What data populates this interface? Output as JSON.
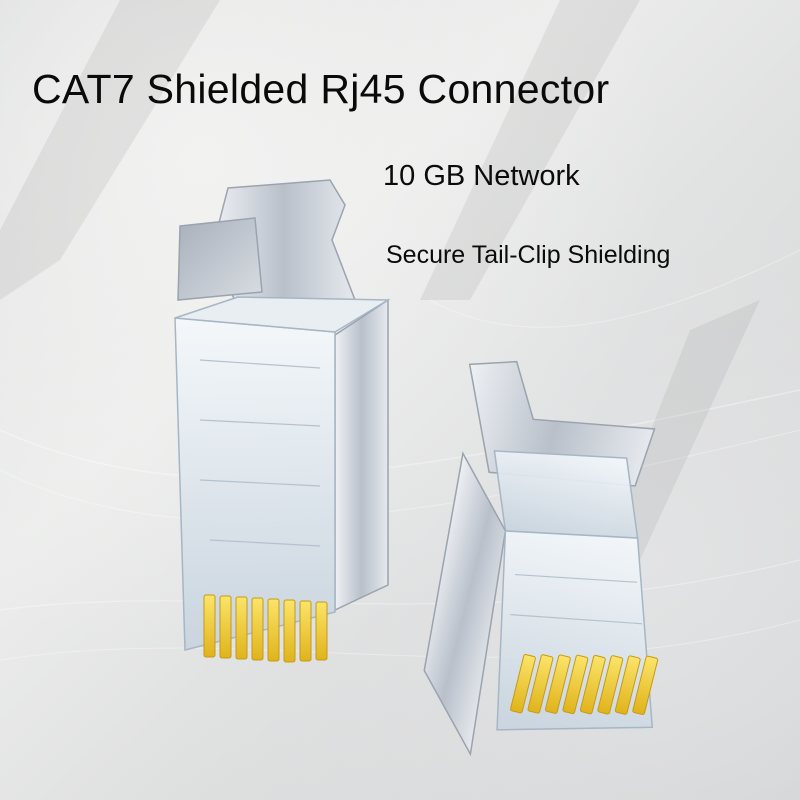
{
  "title": "CAT7 Shielded Rj45 Connector",
  "features": [
    "10 GB Network",
    "Secure Tail-Clip Shielding"
  ],
  "colors": {
    "background": "#e4e5e5",
    "shield_metal": "#c9ced6",
    "crystal_body": "#dfe8ef",
    "gold_contacts": "#f3d23c",
    "text": "#0a0a0a"
  },
  "product": {
    "connectors_shown": 2,
    "contacts_per_connector": 8
  }
}
